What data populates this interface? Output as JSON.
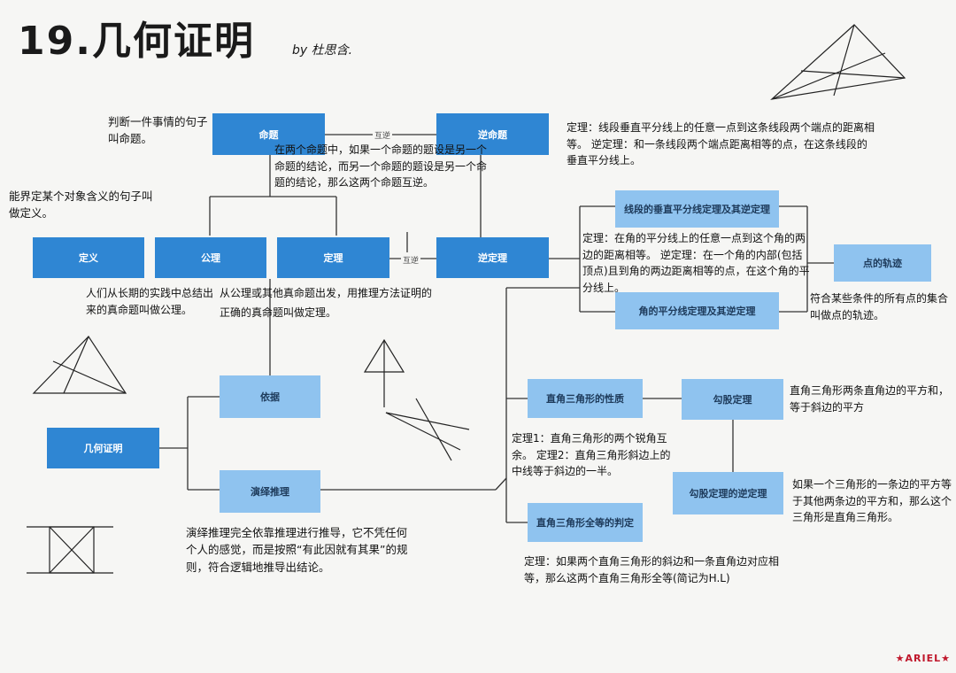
{
  "header": {
    "title": "19.几何证明",
    "author": "by 杜思含."
  },
  "boxes": {
    "mingti": "命题",
    "ni_mingti": "逆命题",
    "dingyi": "定义",
    "gongli": "公理",
    "dingli": "定理",
    "ni_dingli": "逆定理",
    "chuizhi": "线段的垂直平分线定理及其逆定理",
    "pingfen": "角的平分线定理及其逆定理",
    "guiji": "点的轨迹",
    "yiju": "依据",
    "jihe": "几何证明",
    "yanyi": "演绎推理",
    "zhijiao_xingzhi": "直角三角形的性质",
    "gougu": "勾股定理",
    "gougu_ni": "勾股定理的逆定理",
    "zhijiao_quandeng": "直角三角形全等的判定"
  },
  "links": {
    "huni1": "互逆",
    "huni2": "互逆"
  },
  "notes": {
    "mingti": "判断一件事情的句子叫命题。",
    "huni": "在两个命题中，如果一个命题的题设是另一个命题的结论，而另一个命题的题设是另一个命题的结论，那么这两个命题互逆。",
    "dingyi": "能界定某个对象含义的句子叫做定义。",
    "gongli": "人们从长期的实践中总结出来的真命题叫做公理。",
    "dingli_a": "从公理或其他真命题出发，用推理方法证明的",
    "dingli_b": "正确的真命题叫做定理。",
    "chuizhi": "定理：线段垂直平分线上的任意一点到这条线段两个端点的距离相等。 逆定理：和一条线段两个端点距离相等的点，在这条线段的垂直平分线上。",
    "pingfen": "定理：在角的平分线上的任意一点到这个角的两边的距离相等。 逆定理：在一个角的内部(包括顶点)且到角的两边距离相等的点，在这个角的平分线上。",
    "guiji": "符合某些条件的所有点的集合叫做点的轨迹。",
    "gougu": "直角三角形两条直角边的平方和，等于斜边的平方",
    "zhijiao": "定理1：直角三角形的两个锐角互余。 定理2：直角三角形斜边上的中线等于斜边的一半。",
    "gougu_ni": "如果一个三角形的一条边的平方等于其他两条边的平方和，那么这个三角形是直角三角形。",
    "quandeng": "定理：如果两个直角三角形的斜边和一条直角边对应相等，那么这两个直角三角形全等(简记为H.L)",
    "yanyi": "演绎推理完全依靠推理进行推导，它不凭任何个人的感觉，而是按照“有此因就有其果”的规则，符合逻辑地推导出结论。"
  },
  "stamp": "★ARIEL★"
}
